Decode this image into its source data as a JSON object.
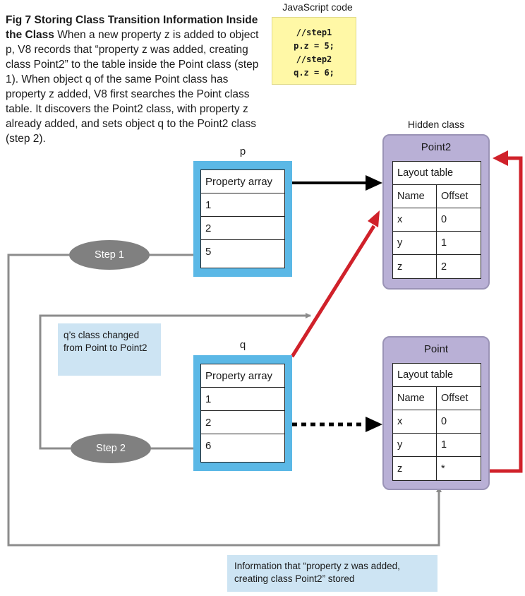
{
  "caption": {
    "heading": "Fig 7  Storing Class Transition Information Inside the Class",
    "body": "When a new property z is added to object p, V8 records that “property z was added, creating class Point2” to the table inside the Point class (step 1). When object q of the same Point class has property z added, V8 first searches the Point class table. It discovers the Point2 class, with property z already added, and sets object q to the Point2 class (step 2)."
  },
  "code": {
    "title": "JavaScript code",
    "lines": [
      "//step1",
      "p.z = 5;",
      "//step2",
      "q.z = 6;"
    ]
  },
  "object_p": {
    "label": "p",
    "header": "Property array",
    "values": [
      "1",
      "2",
      "5"
    ]
  },
  "object_q": {
    "label": "q",
    "header": "Property array",
    "values": [
      "1",
      "2",
      "6"
    ]
  },
  "hidden_class_label": "Hidden class",
  "class_point2": {
    "name": "Point2",
    "table_title": "Layout table",
    "columns": [
      "Name",
      "Offset"
    ],
    "rows": [
      [
        "x",
        "0"
      ],
      [
        "y",
        "1"
      ],
      [
        "z",
        "2"
      ]
    ]
  },
  "class_point": {
    "name": "Point",
    "table_title": "Layout table",
    "columns": [
      "Name",
      "Offset"
    ],
    "rows": [
      [
        "x",
        "0"
      ],
      [
        "y",
        "1"
      ],
      [
        "z",
        "*"
      ]
    ]
  },
  "steps": {
    "step1": "Step 1",
    "step2": "Step 2"
  },
  "notes": {
    "q_changed": "q’s class changed from Point to Point2",
    "info_stored": "Information that “property z was added, creating class Point2” stored"
  },
  "colors": {
    "object_fill": "#5bb8e6",
    "class_fill": "#b9b0d6",
    "arrow_red": "#d0212a",
    "arrow_black": "#000000",
    "connector_gray": "#8c8c8c",
    "code_fill": "#fff8a6",
    "note_fill": "#cde4f3"
  }
}
